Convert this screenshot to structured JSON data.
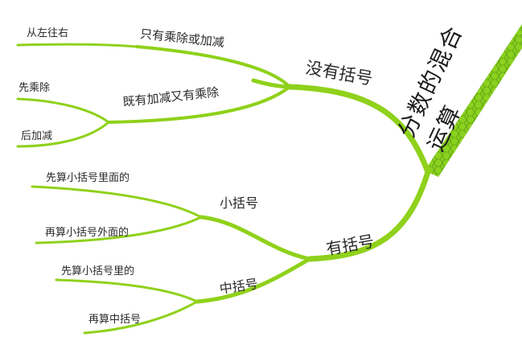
{
  "root": "分数的混合运算",
  "branches": {
    "no_brackets": {
      "label": "没有括号",
      "only_add_sub": {
        "label": "只有乘除或加减",
        "leaf": "从左往右"
      },
      "mixed": {
        "label": "既有加减又有乘除",
        "leaf_1": "先乘除",
        "leaf_2": "后加减"
      }
    },
    "with_brackets": {
      "label": "有括号",
      "small": {
        "label": "小括号",
        "leaf_1": "先算小括号里面的",
        "leaf_2": "再算小括号外面的"
      },
      "middle": {
        "label": "中括号",
        "leaf_1": "先算小括号里的",
        "leaf_2": "再算中括号"
      }
    }
  },
  "colors": {
    "branch": "#8fd11b",
    "branch_dark": "#5aa010",
    "root_fill": "#7cc417"
  }
}
